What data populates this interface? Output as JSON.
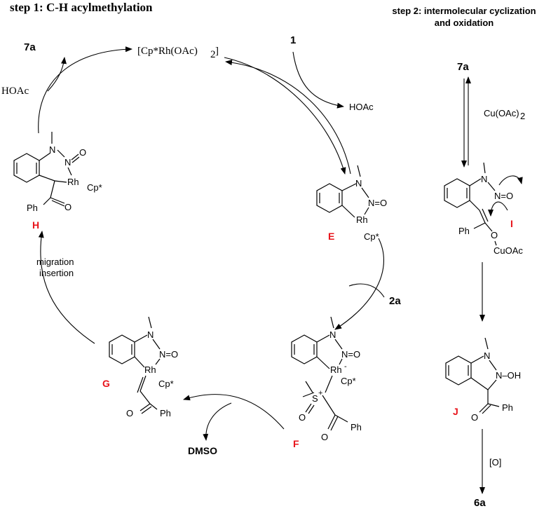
{
  "step1_title": "step 1: C-H acylmethylation",
  "step2_title_line1": "step 2: intermolecular cyclization",
  "step2_title_line2": "and oxidation",
  "catalyst": "[Cp*Rh(OAc)",
  "catalyst_sub": "2",
  "catalyst_end": "]",
  "reagent_1": "1",
  "hoac_top_right": "HOAc",
  "hoac_left": "HOAc",
  "product_7a_left": "7a",
  "product_7a_right": "7a",
  "reagent_2a": "2a",
  "migration_line1": "migration",
  "migration_line2": "insertion",
  "dmso": "DMSO",
  "cu_reagent": "Cu(OAc)",
  "cu_reagent_sub": "2",
  "oxidant": "[O]",
  "product_6a": "6a",
  "labels": {
    "E": "E",
    "F": "F",
    "G": "G",
    "H": "H",
    "I": "I",
    "J": "J"
  },
  "atoms": {
    "N": "N",
    "O": "O",
    "Rh": "Rh",
    "Cp": "Cp*",
    "Ph": "Ph",
    "NO": "N=O",
    "OH": "N–OH",
    "S": "S",
    "CuOAc": "CuOAc",
    "Rhm": "Rh"
  }
}
